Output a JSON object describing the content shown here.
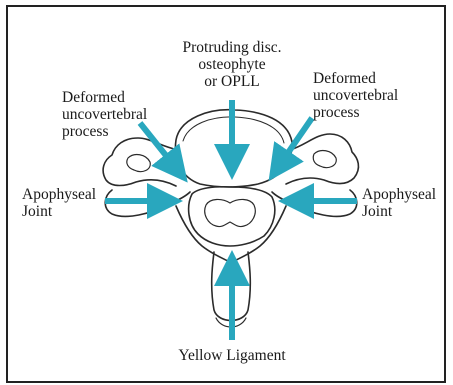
{
  "labels": {
    "protruding_line1": "Protruding disc.",
    "protruding_line2": "osteophyte",
    "protruding_line3": "or OPLL",
    "deformed_left_line1": "Deformed",
    "deformed_left_line2": "uncovertebral",
    "deformed_left_line3": "process",
    "deformed_right_line1": "Deformed",
    "deformed_right_line2": "uncovertebral",
    "deformed_right_line3": "process",
    "apophyseal_left_line1": "Apophyseal",
    "apophyseal_left_line2": "Joint",
    "apophyseal_right_line1": "Apophyseal",
    "apophyseal_right_line2": "Joint",
    "yellow_ligament": "Yellow Ligament"
  },
  "colors": {
    "arrow": "#29a7be",
    "bone_line": "#2b2b2b",
    "frame": "#222222",
    "text": "#1a1a1a"
  }
}
